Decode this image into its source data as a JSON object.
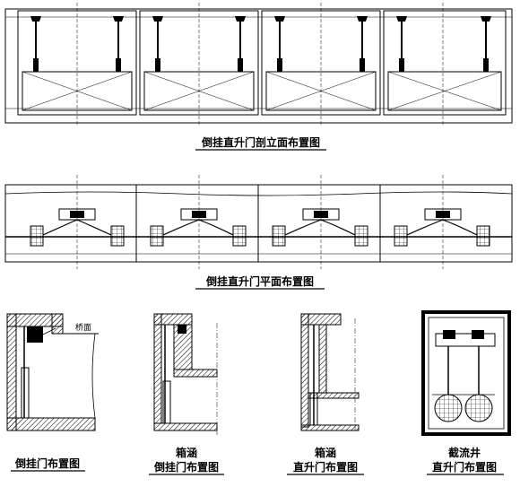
{
  "captions": {
    "elevation": "倒挂直升门剖立面布置图",
    "plan": "倒挂直升门平面布置图",
    "detail1": "倒挂门布置图",
    "detail2_line1": "箱涵",
    "detail2_line2": "倒挂门布置图",
    "detail3_line1": "箱涵",
    "detail3_line2": "直升门布置图",
    "detail4_line1": "截流井",
    "detail4_line2": "直升门布置图"
  },
  "labels": {
    "bridge_deck": "桥面"
  }
}
